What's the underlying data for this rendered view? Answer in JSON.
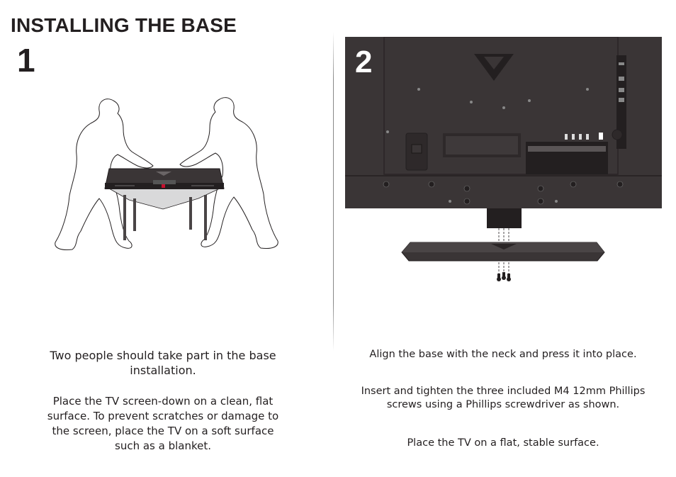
{
  "page": {
    "title": "INSTALLING THE BASE",
    "step1_number": "1",
    "step2_number": "2"
  },
  "step1": {
    "caption_lead": "Two people should take part in the base installation.",
    "caption_body": "Place the TV screen-down on a clean, flat surface. To prevent scratches or damage to the screen, place the TV on a soft surface such as a blanket."
  },
  "step2": {
    "caption_align": "Align the base with the neck and press it into place.",
    "caption_screws": "Insert and tighten the three included M4 12mm Phillips screws using a Phillips screwdriver as shown.",
    "caption_surface": "Place the TV on a flat, stable surface."
  },
  "colors": {
    "text": "#231f20",
    "tv_back": "#3a3536",
    "tv_dark": "#231f20",
    "accent_red": "#c8102e"
  },
  "icons": {
    "logo": "vizio-v-logo",
    "people": "two-people-outline",
    "screw": "screw-icon"
  }
}
